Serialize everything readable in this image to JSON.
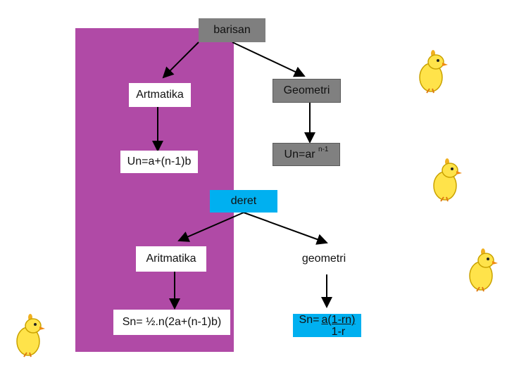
{
  "nodes": {
    "barisan": "barisan",
    "artmatika": "Artmatika",
    "geometri_top": "Geometri",
    "un_arith": "Un=a+(n-1)b",
    "un_geo_base": "Un=ar",
    "un_geo_exp": "n-1",
    "deret": "deret",
    "aritmatika": "Aritmatika",
    "geometri_bottom": "geometri",
    "sn_arith": "Sn= ½.n(2a+(n-1)b)",
    "sn_geo_prefix": "Sn=",
    "sn_geo_num": "a(1-rn)",
    "sn_geo_den": "1-r"
  },
  "colors": {
    "panel": "#b04aa6",
    "gray_box": "#7f7f7f",
    "blue_box": "#00b0f0",
    "arrow": "#000000"
  },
  "decorations": [
    "chick-icon",
    "chick-icon",
    "chick-icon",
    "chick-icon"
  ]
}
